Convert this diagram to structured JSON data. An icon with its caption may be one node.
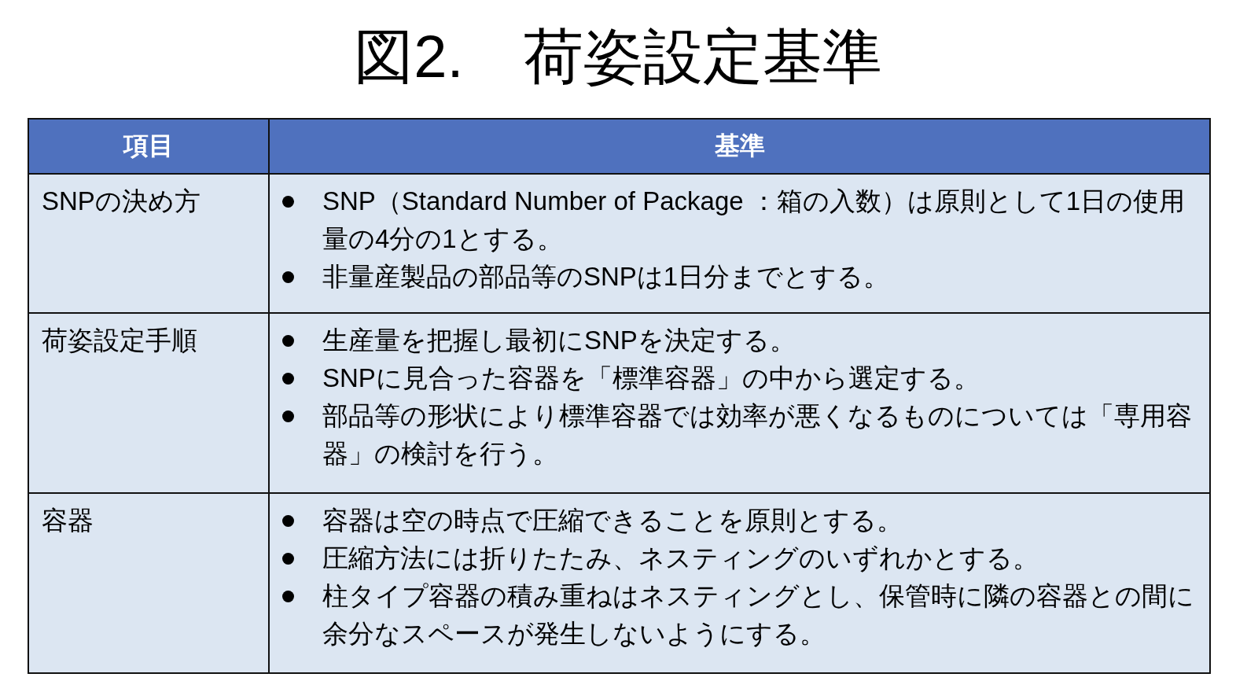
{
  "diagram": {
    "title": "図2.　荷姿設定基準",
    "labels": [
      "項目",
      "基準",
      "SNPの決め方",
      "SNP（Standard Number of Package ：箱の入数）は原則として1日の使用量の4分の1とする。",
      "非量産製品の部品等のSNPは1日分までとする。",
      "荷姿設定手順",
      "生産量を把握し最初にSNPを決定する。",
      "SNPに見合った容器を「標準容器」の中から選定する。",
      "部品等の形状により標準容器では効率が悪くなるものについては「専用容器」の検討を行う。",
      "容器",
      "容器は空の時点で圧縮できることを原則とする。",
      "圧縮方法には折りたたみ、ネスティングのいずれかとする。",
      "柱タイプ容器の積み重ねはネスティングとし、保管時に隣の容器との間に余分なスペースが発生しないようにする。"
    ]
  }
}
